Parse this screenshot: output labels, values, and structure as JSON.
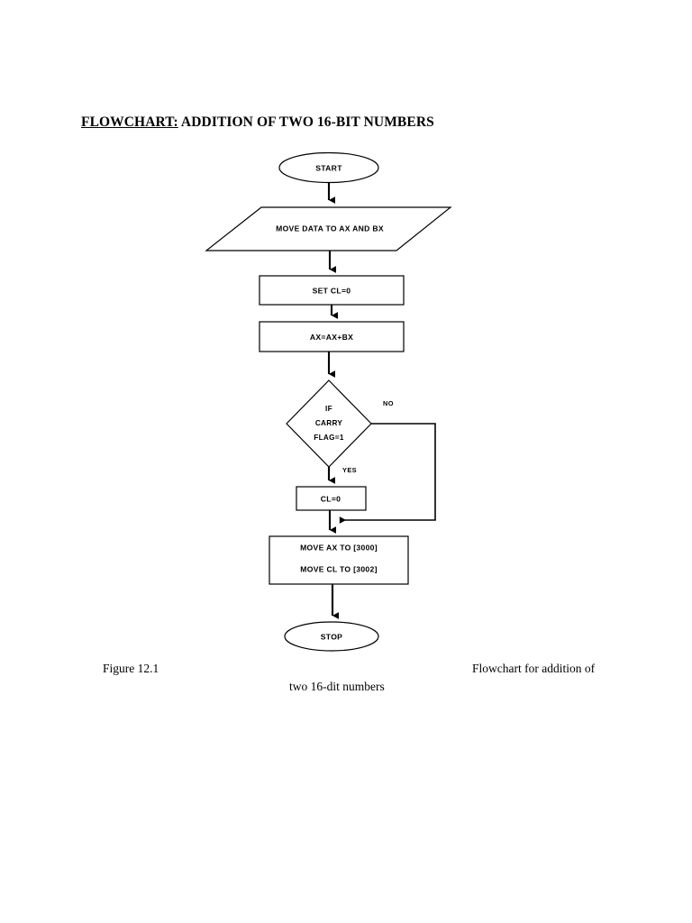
{
  "document": {
    "title": "FLOWCHART: ADDITION OF TWO 16-BIT NUMBERS",
    "title_underlined_part": "FLOWCHART:",
    "title_rest": " ADDITION OF TWO 16-BIT NUMBERS"
  },
  "colors": {
    "page_background": "#ffffff",
    "ink": "#000000",
    "shape_fill": "#ffffff",
    "shape_stroke": "#000000"
  },
  "flowchart": {
    "type": "flowchart",
    "orientation": "top-to-bottom",
    "nodes": [
      {
        "id": "start",
        "shape": "terminator",
        "label": "START"
      },
      {
        "id": "input",
        "shape": "parallelogram",
        "label": "MOVE DATA TO AX AND BX"
      },
      {
        "id": "set_cl",
        "shape": "process",
        "label": "SET CL=0"
      },
      {
        "id": "add",
        "shape": "process",
        "label": "AX=AX+BX"
      },
      {
        "id": "decision",
        "shape": "decision",
        "label_line1": "IF",
        "label_line2": "CARRY",
        "label_line3": "FLAG=1"
      },
      {
        "id": "cl_zero",
        "shape": "process",
        "label": "CL=0"
      },
      {
        "id": "store",
        "shape": "process",
        "label_line1": "MOVE AX TO [3000]",
        "label_line2": "MOVE CL TO [3002]"
      },
      {
        "id": "stop",
        "shape": "terminator",
        "label": "STOP"
      }
    ],
    "edges": [
      {
        "from": "start",
        "to": "input",
        "label": ""
      },
      {
        "from": "input",
        "to": "set_cl",
        "label": ""
      },
      {
        "from": "set_cl",
        "to": "add",
        "label": ""
      },
      {
        "from": "add",
        "to": "decision",
        "label": ""
      },
      {
        "from": "decision",
        "to": "cl_zero",
        "label": "YES"
      },
      {
        "from": "decision",
        "to": "store",
        "label": "NO"
      },
      {
        "from": "cl_zero",
        "to": "store",
        "label": ""
      },
      {
        "from": "store",
        "to": "stop",
        "label": ""
      }
    ],
    "branch_labels": {
      "yes": "YES",
      "no": "NO"
    }
  },
  "caption": {
    "figure_number": "Figure 12.1",
    "description_right": "Flowchart for addition of",
    "description_sub": "two 16-dit numbers"
  }
}
